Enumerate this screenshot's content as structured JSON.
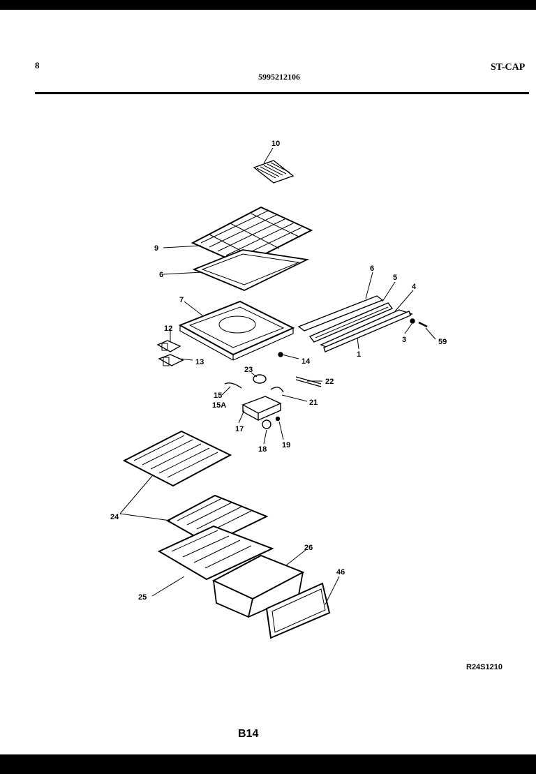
{
  "header": {
    "page_number": "8",
    "part_number": "5995212106",
    "model_code": "ST-CAP"
  },
  "callouts": [
    "10",
    "9",
    "6",
    "7",
    "6",
    "5",
    "4",
    "3",
    "59",
    "1",
    "12",
    "13",
    "14",
    "23",
    "22",
    "15",
    "15A",
    "21",
    "17",
    "18",
    "19",
    "24",
    "26",
    "46",
    "25"
  ],
  "reference_code": "R24S1210",
  "footer": {
    "page_code": "B14"
  }
}
